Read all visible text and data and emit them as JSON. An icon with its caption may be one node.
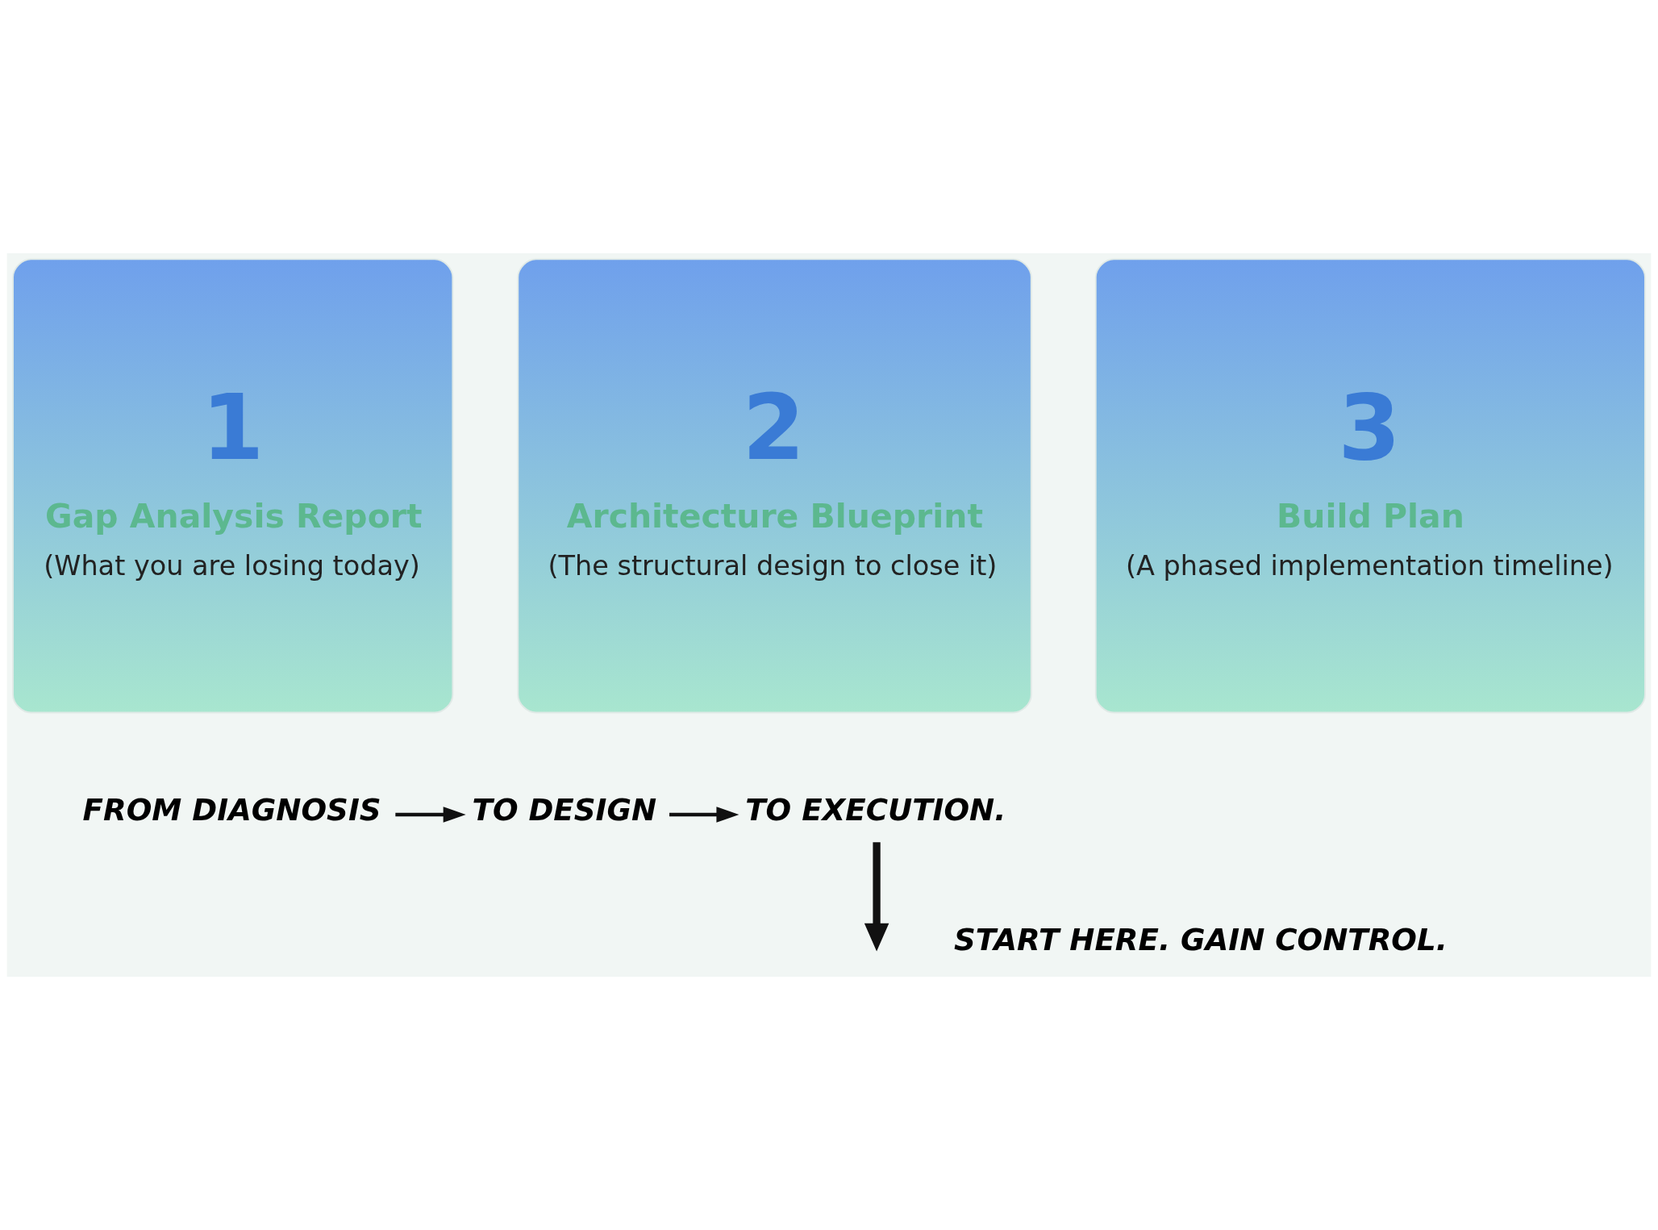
{
  "diagram": {
    "nodes": [
      {
        "text": [
          "1",
          "Gap Analysis Report",
          "(What you are losing today)"
        ]
      },
      {
        "text": [
          "2",
          "Architecture Blueprint",
          "(The structural design to close it)"
        ]
      },
      {
        "text": [
          "3",
          "Build Plan",
          "(A phased implementation timeline)"
        ]
      },
      {
        "text": [
          "FROM DIAGNOSIS"
        ]
      },
      {
        "text": [
          "TO DESIGN"
        ]
      },
      {
        "text": [
          "TO EXECUTION."
        ]
      }
    ],
    "edges": [
      {
        "from": 3,
        "to": 4,
        "arrow": "to"
      },
      {
        "from": 4,
        "to": 5,
        "arrow": "to"
      },
      {
        "from": 5,
        "to": null,
        "arrow": "to",
        "style": "thick"
      }
    ],
    "labels": [
      "START HERE. GAIN CONTROL."
    ]
  }
}
